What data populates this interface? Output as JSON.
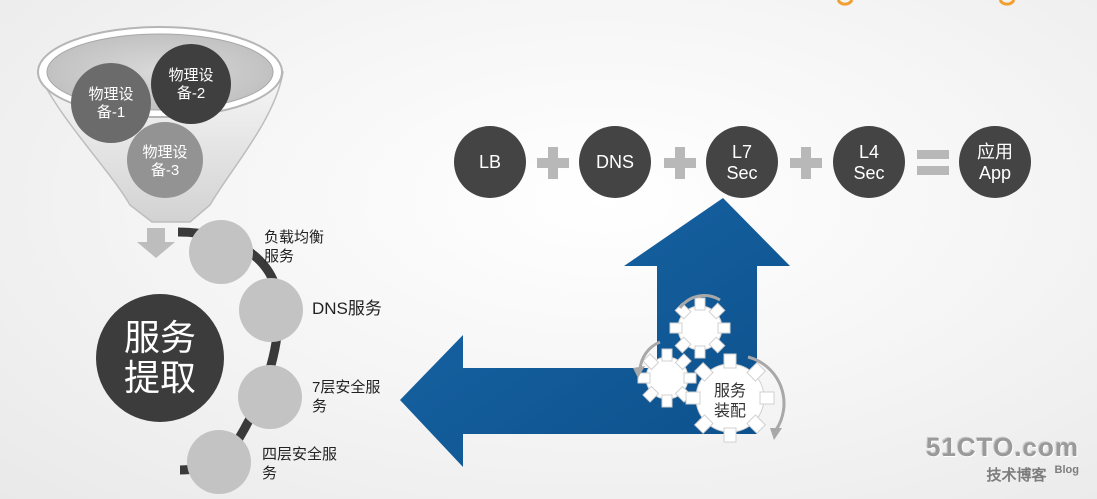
{
  "funnel": {
    "devices": [
      {
        "line1": "物理设",
        "line2": "备-1"
      },
      {
        "line1": "物理设",
        "line2": "备-2"
      },
      {
        "line1": "物理设",
        "line2": "备-3"
      }
    ]
  },
  "extract": {
    "line1": "服务",
    "line2": "提取"
  },
  "services": [
    {
      "line1": "负载均衡",
      "line2": "服务"
    },
    {
      "line1": "DNS服务",
      "line2": ""
    },
    {
      "line1": "7层安全服",
      "line2": "务"
    },
    {
      "line1": "四层安全服",
      "line2": "务"
    }
  ],
  "equation": {
    "items": [
      {
        "line1": "LB",
        "line2": ""
      },
      {
        "line1": "DNS",
        "line2": ""
      },
      {
        "line1": "L7",
        "line2": "Sec"
      },
      {
        "line1": "L4",
        "line2": "Sec"
      },
      {
        "line1": "应用",
        "line2": "App"
      }
    ],
    "plus": "+",
    "equals": "="
  },
  "assembly": {
    "line1": "服务",
    "line2": "装配"
  },
  "watermark": {
    "main": "51CTO.com",
    "sub": "技术博客",
    "blog": "Blog"
  },
  "colors": {
    "dark_circle": "#4a4a4a",
    "gray_circle": "#8f8f8f",
    "light_circle": "#c4c4c4",
    "operator": "#b8b8b8",
    "arrow_blue": "#0d5a9a"
  }
}
